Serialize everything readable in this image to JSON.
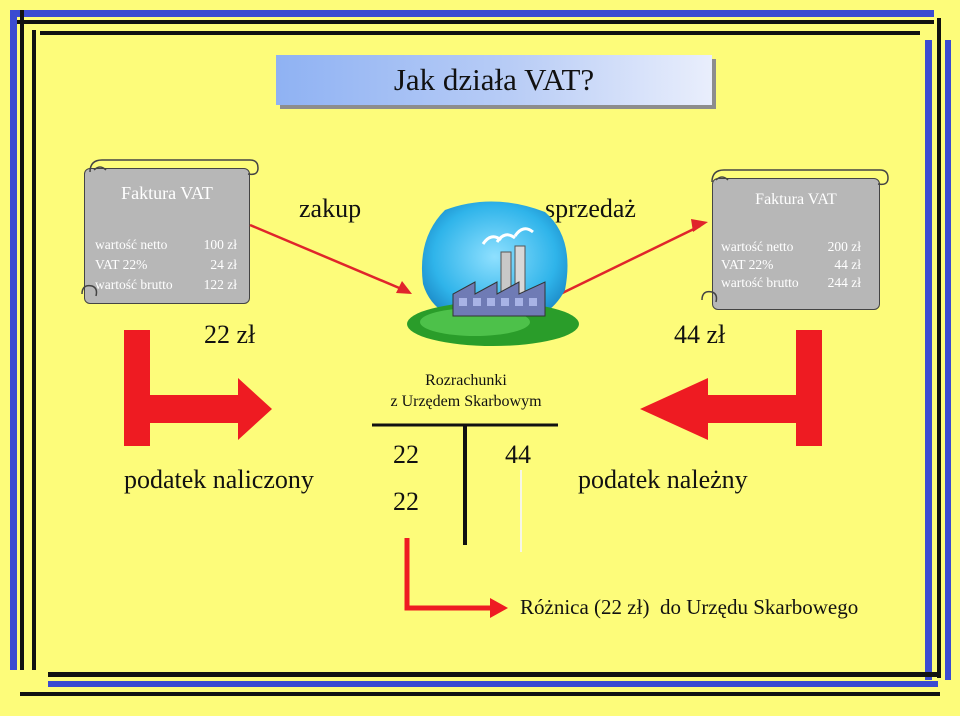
{
  "title": "Jak działa VAT?",
  "invoice_left": {
    "title": "Faktura VAT",
    "rows": [
      {
        "label": "wartość netto",
        "value": "100 zł"
      },
      {
        "label": "VAT 22%",
        "value": "24 zł"
      },
      {
        "label": "wartość brutto",
        "value": "122 zł"
      }
    ]
  },
  "invoice_right": {
    "title": "Faktura VAT",
    "rows": [
      {
        "label": "wartość netto",
        "value": "200 zł"
      },
      {
        "label": "VAT 22%",
        "value": "44 zł"
      },
      {
        "label": "wartość brutto",
        "value": "244 zł"
      }
    ]
  },
  "labels": {
    "zakup": "zakup",
    "sprzedaz": "sprzedaż",
    "left_amount": "22 zł",
    "right_amount": "44 zł",
    "settlement_line1": "Rozrachunki",
    "settlement_line2": "z Urzędem Skarbowym",
    "input_tax": "podatek naliczony",
    "output_tax": "podatek należny",
    "debit_1": "22",
    "debit_2": "22",
    "credit_1": "44",
    "difference": "Różnica (22 zł)  do Urzędu Skarbowego"
  },
  "colors": {
    "background": "#fdfc7a",
    "arrow_red": "#ee1b22",
    "accent_blue": "#3046d6",
    "scroll_gray": "#b7b7b7"
  }
}
